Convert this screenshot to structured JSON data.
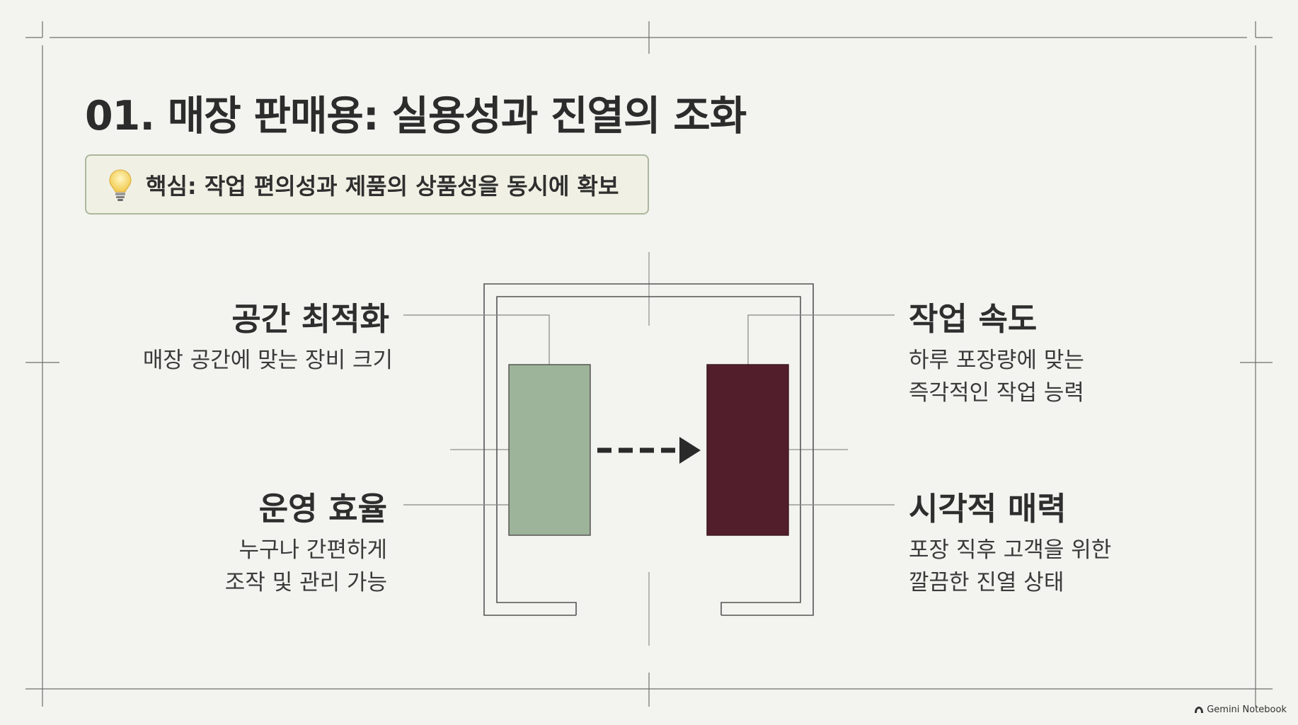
{
  "slide": {
    "title": "01. 매장 판매용: 실용성과 진열의 조화",
    "callout": {
      "icon": "lightbulb-icon",
      "text": "핵심: 작업 편의성과 제품의 상품성을 동시에 확보"
    }
  },
  "labels": {
    "space": {
      "heading": "공간 최적화",
      "desc": [
        "매장 공간에 맞는 장비 크기"
      ]
    },
    "efficiency": {
      "heading": "운영 효율",
      "desc": [
        "누구나 간편하게",
        "조작 및 관리 가능"
      ]
    },
    "speed": {
      "heading": "작업 속도",
      "desc": [
        "하루 포장량에 맞는",
        "즉각적인 작업 능력"
      ]
    },
    "visual": {
      "heading": "시각적 매력",
      "desc": [
        "포장 직후 고객을 위한",
        "깔끔한 진열 상태"
      ]
    }
  },
  "diagram": {
    "colors": {
      "before_block": "#9db39a",
      "after_block": "#521e2b",
      "arrow": "#2a2a2a",
      "line": "#555555"
    }
  },
  "footer": {
    "brand": "Gemini Notebook",
    "icon": "notebook-logo-icon"
  }
}
